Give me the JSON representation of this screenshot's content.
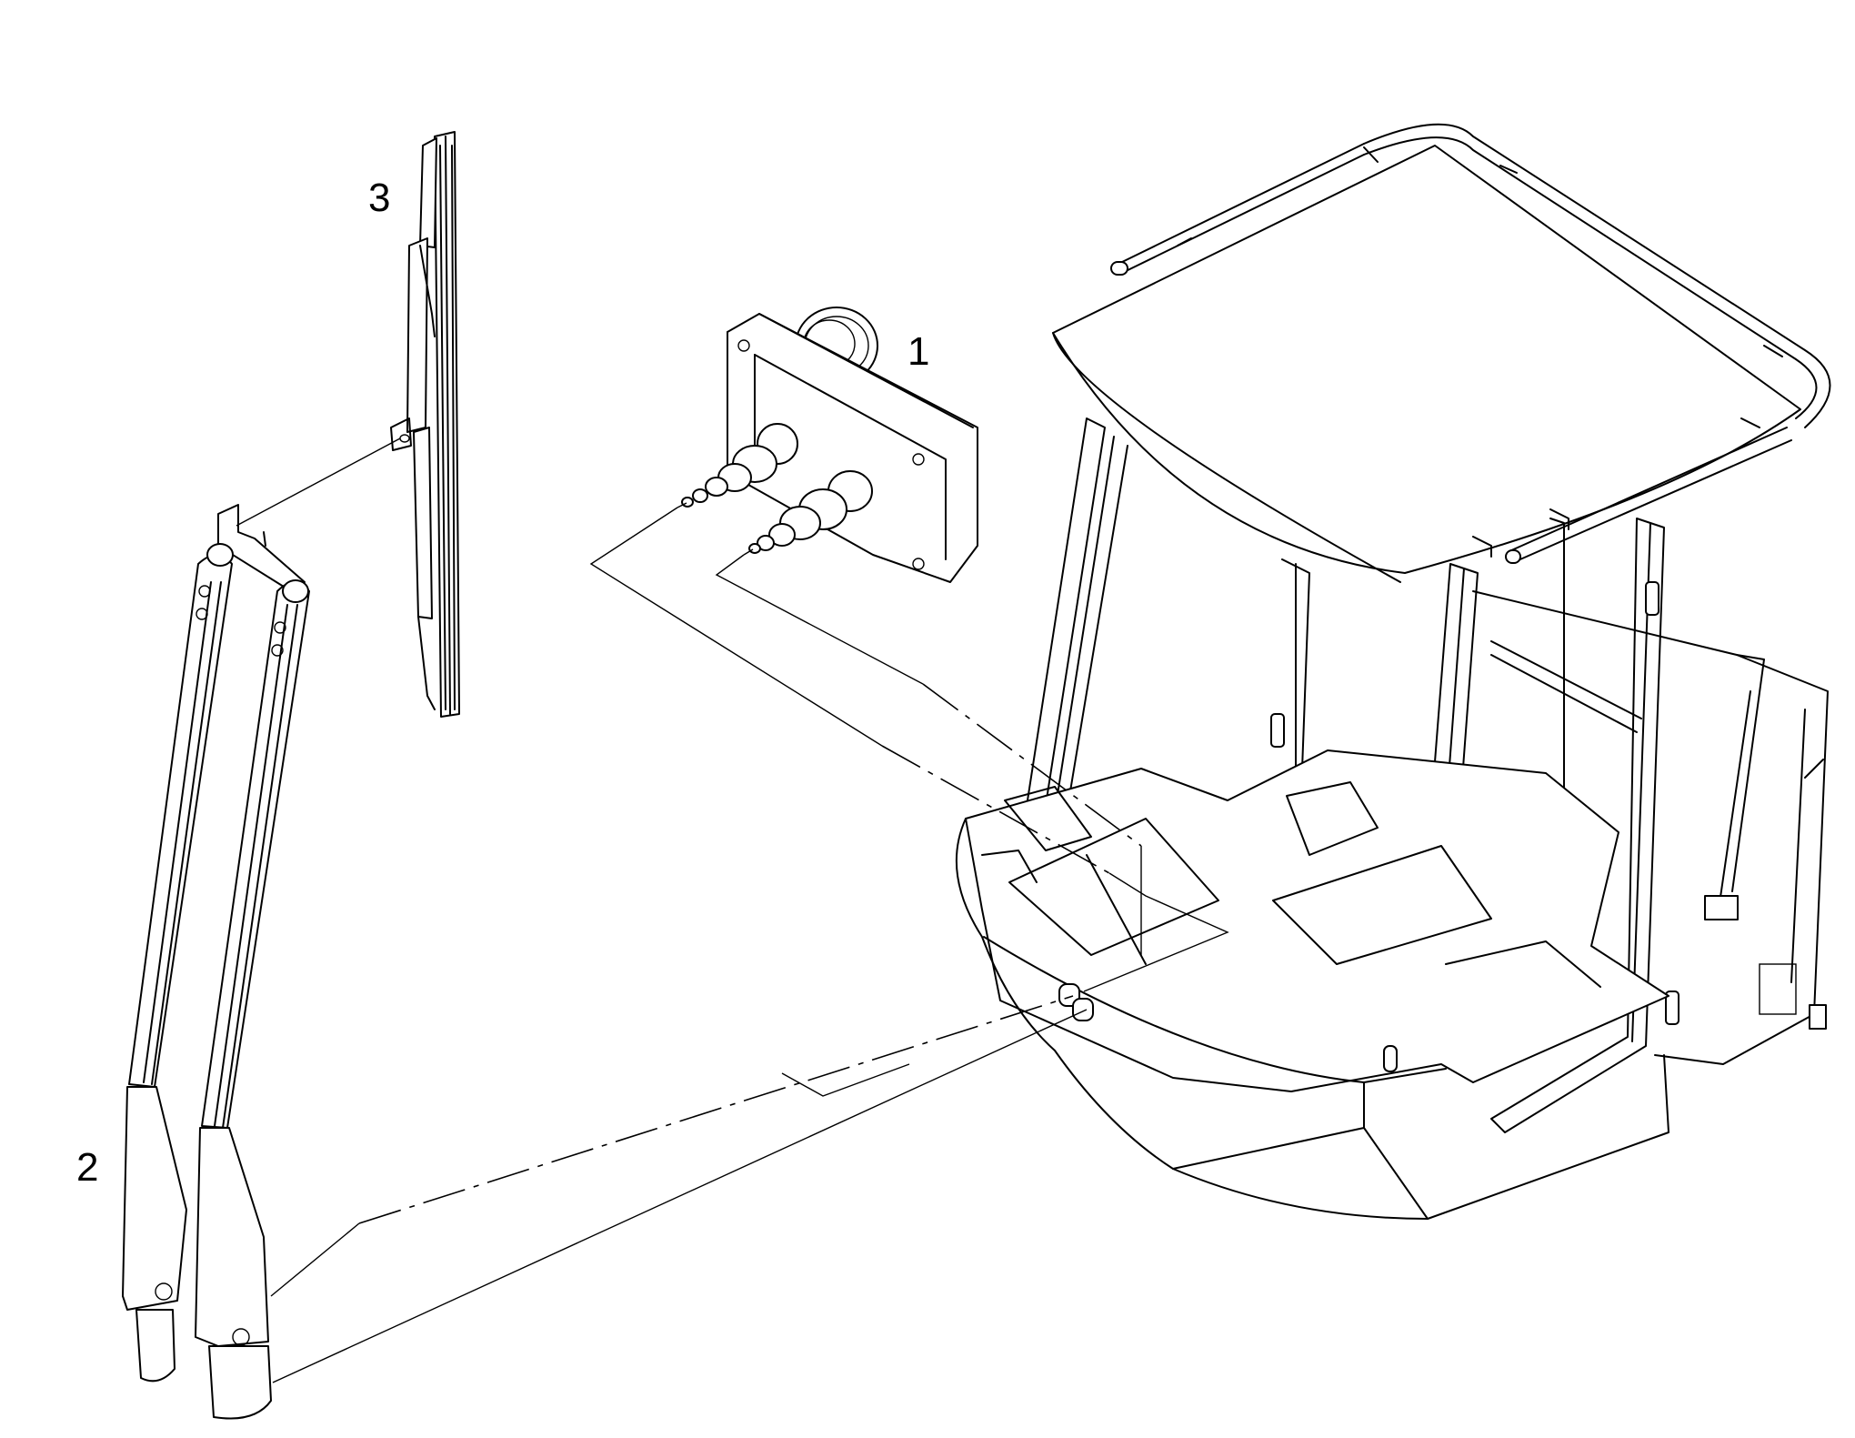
{
  "callouts": [
    {
      "label": "1",
      "part": "wiper-motor"
    },
    {
      "label": "2",
      "part": "wiper-arms"
    },
    {
      "label": "3",
      "part": "wiper-blade"
    }
  ]
}
